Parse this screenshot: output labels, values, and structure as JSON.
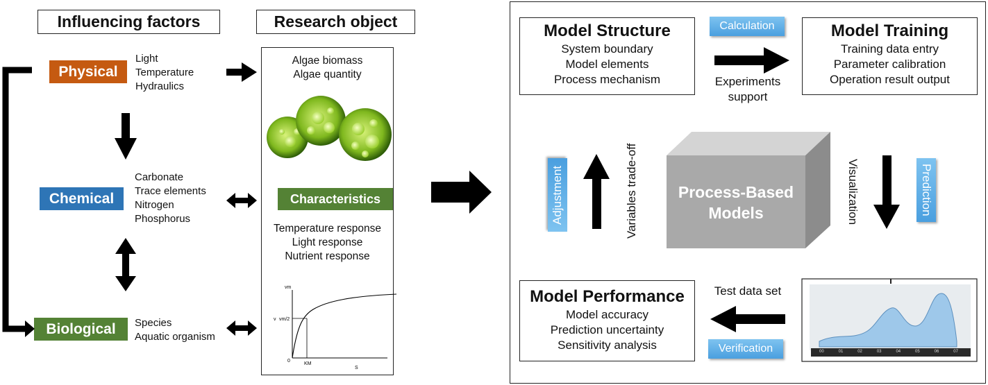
{
  "headers": {
    "influencing": "Influencing factors",
    "research": "Research object"
  },
  "factors": {
    "physical": {
      "label": "Physical",
      "color": "#c55a11",
      "items": [
        "Light",
        "Temperature",
        "Hydraulics"
      ]
    },
    "chemical": {
      "label": "Chemical",
      "color": "#2e75b6",
      "items": [
        "Carbonate",
        "Trace elements",
        "Nitrogen",
        "Phosphorus"
      ]
    },
    "biological": {
      "label": "Biological",
      "color": "#548235",
      "items": [
        "Species",
        "Aquatic organism"
      ]
    }
  },
  "research": {
    "object_lines": [
      "Algae biomass",
      "Algae quantity"
    ],
    "characteristics": "Characteristics",
    "characteristics_color": "#548235",
    "responses": [
      "Temperature response",
      "Light response",
      "Nutrient response"
    ],
    "curve_labels": {
      "vm": "vm",
      "half": "vm/2",
      "v": "v",
      "zero": "0",
      "km": "KM",
      "s": "S"
    }
  },
  "model": {
    "structure": {
      "title": "Model Structure",
      "lines": [
        "System boundary",
        "Model elements",
        "Process mechanism"
      ]
    },
    "training": {
      "title": "Model Training",
      "lines": [
        "Training data entry",
        "Parameter calibration",
        "Operation result output"
      ]
    },
    "performance": {
      "title": "Model Performance",
      "lines": [
        "Model accuracy",
        "Prediction uncertainty",
        "Sensitivity analysis"
      ]
    },
    "core": {
      "line1": "Process-Based",
      "line2": "Models"
    },
    "tags": {
      "calculation": "Calculation",
      "adjustment": "Adjustment",
      "prediction": "Prediction",
      "verification": "Verification"
    },
    "labels": {
      "experiments": [
        "Experiments",
        "support"
      ],
      "variables": "Variables trade-off",
      "visualization": "Visualization",
      "test_data": "Test data set"
    },
    "chart_ticks": [
      "00",
      "01",
      "02",
      "03",
      "04",
      "05",
      "06",
      "07"
    ]
  }
}
